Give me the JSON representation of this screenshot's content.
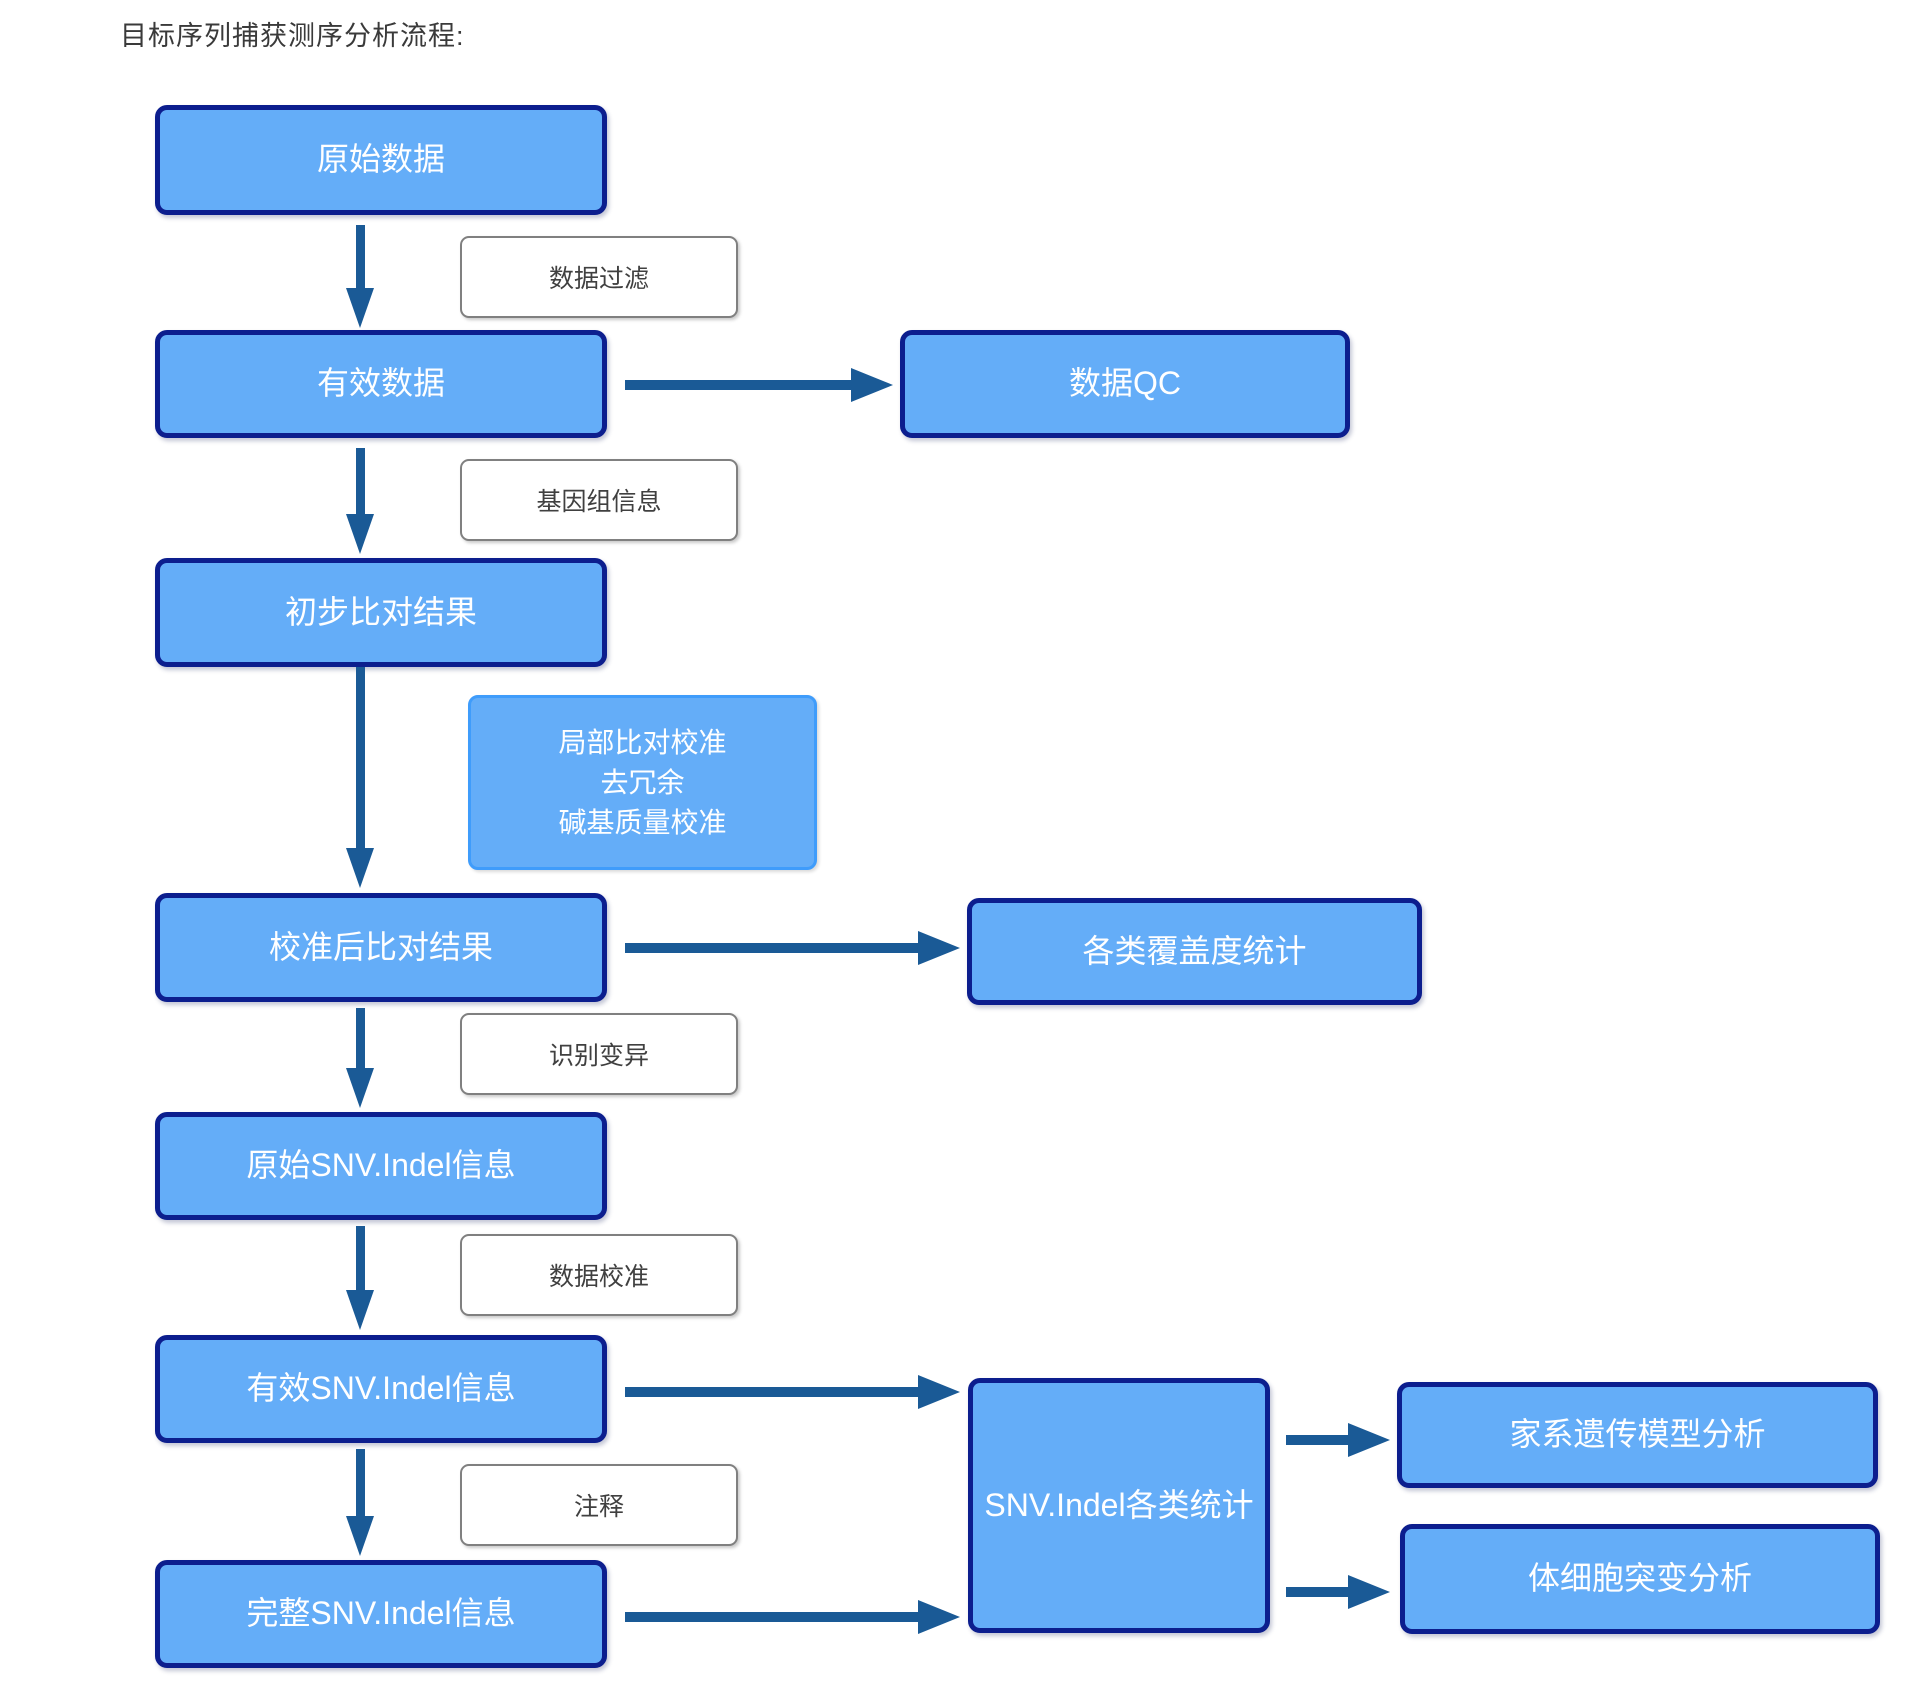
{
  "title": "目标序列捕获测序分析流程:",
  "main_nodes": [
    {
      "label": "原始数据"
    },
    {
      "label": "有效数据"
    },
    {
      "label": "初步比对结果"
    },
    {
      "label": "校准后比对结果"
    },
    {
      "label": "原始SNV.Indel信息"
    },
    {
      "label": "有效SNV.Indel信息"
    },
    {
      "label": "完整SNV.Indel信息"
    }
  ],
  "step_labels": [
    {
      "label": "数据过滤"
    },
    {
      "label": "基因组信息"
    },
    {
      "label": "识别变异"
    },
    {
      "label": "数据校准"
    },
    {
      "label": "注释"
    }
  ],
  "process_note": {
    "lines": [
      "局部比对校准",
      "去冗余",
      "碱基质量校准"
    ]
  },
  "side_nodes": [
    {
      "label": "数据QC"
    },
    {
      "label": "各类覆盖度统计"
    },
    {
      "label": "SNV.Indel各类统计"
    },
    {
      "label": "家系遗传模型分析"
    },
    {
      "label": "体细胞突变分析"
    }
  ],
  "colors": {
    "node_fill": "#64adf8",
    "node_border": "#0c1e8e",
    "note_border": "#3f9cfb",
    "arrow": "#1a5a96",
    "label_border": "#808080",
    "label_text": "#404040",
    "title_text": "#3a3a3a"
  }
}
